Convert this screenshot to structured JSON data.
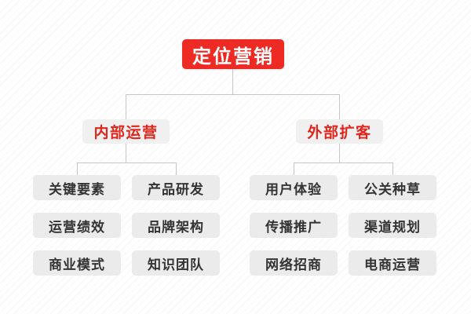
{
  "diagram": {
    "title": "定位营销",
    "type": "organization-tree",
    "colors": {
      "root_bg": "#ee2a24",
      "root_text": "#ffffff",
      "branch_bg": "#f0f0f0",
      "branch_text": "#e1251b",
      "leaf_bg": "#ebebeb",
      "leaf_text": "#333333",
      "connector": "#c6c6c6",
      "page_bg": "#ffffff"
    },
    "root": {
      "label": "定位营销"
    },
    "branches": [
      {
        "label": "内部运营",
        "columns": [
          {
            "leaves": [
              "关键要素",
              "运营绩效",
              "商业模式"
            ]
          },
          {
            "leaves": [
              "产品研发",
              "品牌架构",
              "知识团队"
            ]
          }
        ]
      },
      {
        "label": "外部扩客",
        "columns": [
          {
            "leaves": [
              "用户体验",
              "传播推广",
              "网络招商"
            ]
          },
          {
            "leaves": [
              "公关种草",
              "渠道规划",
              "电商运营"
            ]
          }
        ]
      }
    ]
  }
}
